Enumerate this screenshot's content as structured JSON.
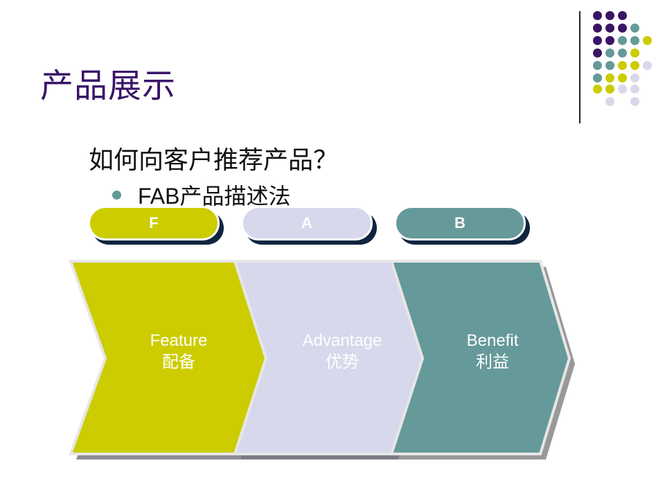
{
  "slide": {
    "title": "产品展示",
    "question": "如何向客户推荐产品？",
    "bullet": "FAB产品描述法",
    "bullet_icon": "circle-bullet-icon"
  },
  "colors": {
    "purple": "#3b1565",
    "teal": "#669999",
    "yellow": "#cccc00",
    "lavender": "#d8d8ec",
    "title": "#3a1468"
  },
  "pills": [
    {
      "letter": "F",
      "color": "#cccc00"
    },
    {
      "letter": "A",
      "color": "#d8d8ec"
    },
    {
      "letter": "B",
      "color": "#669999"
    }
  ],
  "chevrons": [
    {
      "en": "Feature",
      "zh": "配备",
      "color": "#cccc00"
    },
    {
      "en": "Advantage",
      "zh": "优势",
      "color": "#d8d8ec"
    },
    {
      "en": "Benefit",
      "zh": "利益",
      "color": "#669999"
    }
  ],
  "decoration": {
    "dot_grid": [
      [
        "purple",
        "purple",
        "purple",
        null,
        null
      ],
      [
        "purple",
        "purple",
        "purple",
        "teal",
        null
      ],
      [
        "purple",
        "purple",
        "teal",
        "teal",
        "yellow"
      ],
      [
        "purple",
        "teal",
        "teal",
        "yellow",
        null
      ],
      [
        "teal",
        "teal",
        "yellow",
        "yellow",
        "lavender"
      ],
      [
        "teal",
        "yellow",
        "yellow",
        "lavender",
        null
      ],
      [
        "yellow",
        "yellow",
        "lavender",
        "lavender",
        null
      ],
      [
        null,
        "lavender",
        null,
        "lavender",
        null
      ]
    ]
  }
}
